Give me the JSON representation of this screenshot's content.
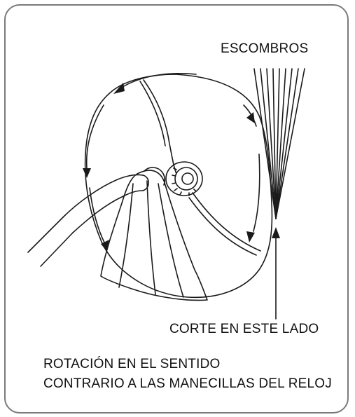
{
  "labels": {
    "debris": "ESCOMBROS",
    "cut_side": "CORTE EN ESTE LADO",
    "rotation_line1": "ROTACIÓN EN EL SENTIDO",
    "rotation_line2": "CONTRARIO A LAS MANECILLAS DEL RELOJ"
  },
  "colors": {
    "line": "#1a1a1a",
    "frame": "#7a7a7a",
    "background": "#ffffff"
  }
}
